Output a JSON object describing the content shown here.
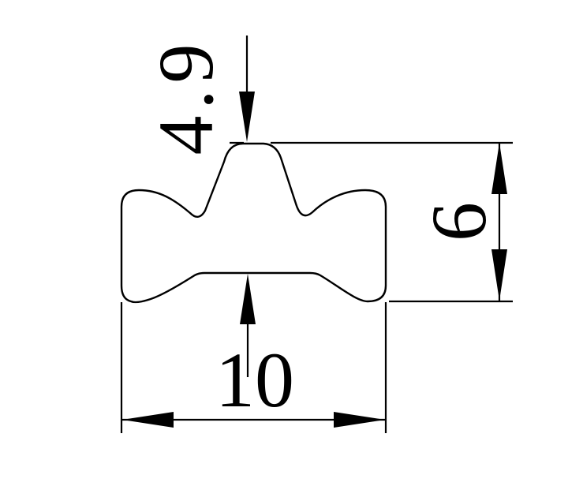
{
  "drawing": {
    "kind": "technical-dimension-drawing",
    "background_color": "#ffffff",
    "line_color": "#000000",
    "dimensions": {
      "peak_depth": {
        "label": "4.9",
        "orientation": "vertical-rotated"
      },
      "height": {
        "label": "6",
        "orientation": "vertical-rotated"
      },
      "width": {
        "label": "10",
        "orientation": "horizontal"
      }
    }
  }
}
